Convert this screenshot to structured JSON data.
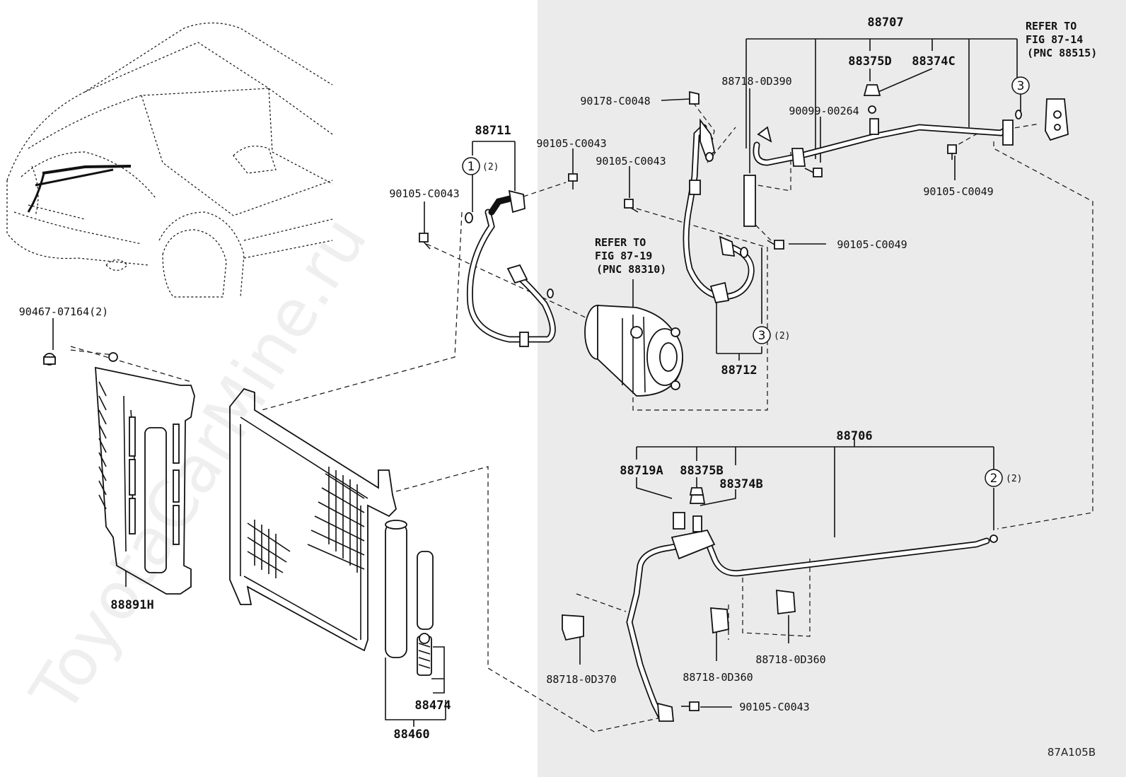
{
  "labels": {
    "l88707": "88707",
    "l88375D": "88375D",
    "l88374C": "88374C",
    "l88718_0D390": "88718-0D390",
    "l90178_C0048": "90178-C0048",
    "l90099_00264": "90099-00264",
    "l90105_C0049_a": "90105-C0049",
    "l90105_C0049_b": "90105-C0049",
    "l88711": "88711",
    "l90105_C0043_a": "90105-C0043",
    "l90105_C0043_b": "90105-C0043",
    "l90105_C0043_c": "90105-C0043",
    "l90105_C0043_d": "90105-C0043",
    "l90467_07164": "90467-07164(2)",
    "l88712": "88712",
    "l88706": "88706",
    "l88719A": "88719A",
    "l88375B": "88375B",
    "l88374B": "88374B",
    "l88891H": "88891H",
    "l88474": "88474",
    "l88460": "88460",
    "l88718_0D370": "88718-0D370",
    "l88718_0D360_a": "88718-0D360",
    "l88718_0D360_b": "88718-0D360",
    "refer_a_1": "REFER TO",
    "refer_a_2": "FIG 87-14",
    "refer_a_3": "(PNC 88515)",
    "refer_b_1": "REFER TO",
    "refer_b_2": "FIG 87-19",
    "refer_b_3": "(PNC 88310)",
    "c1": "1",
    "c1q": "(2)",
    "c2": "2",
    "c2q": "(2)",
    "c3a": "3",
    "c3b": "3",
    "c3bq": "(2)",
    "figure_code": "87A105B",
    "watermark": "ToyotaCarMine.ru"
  }
}
